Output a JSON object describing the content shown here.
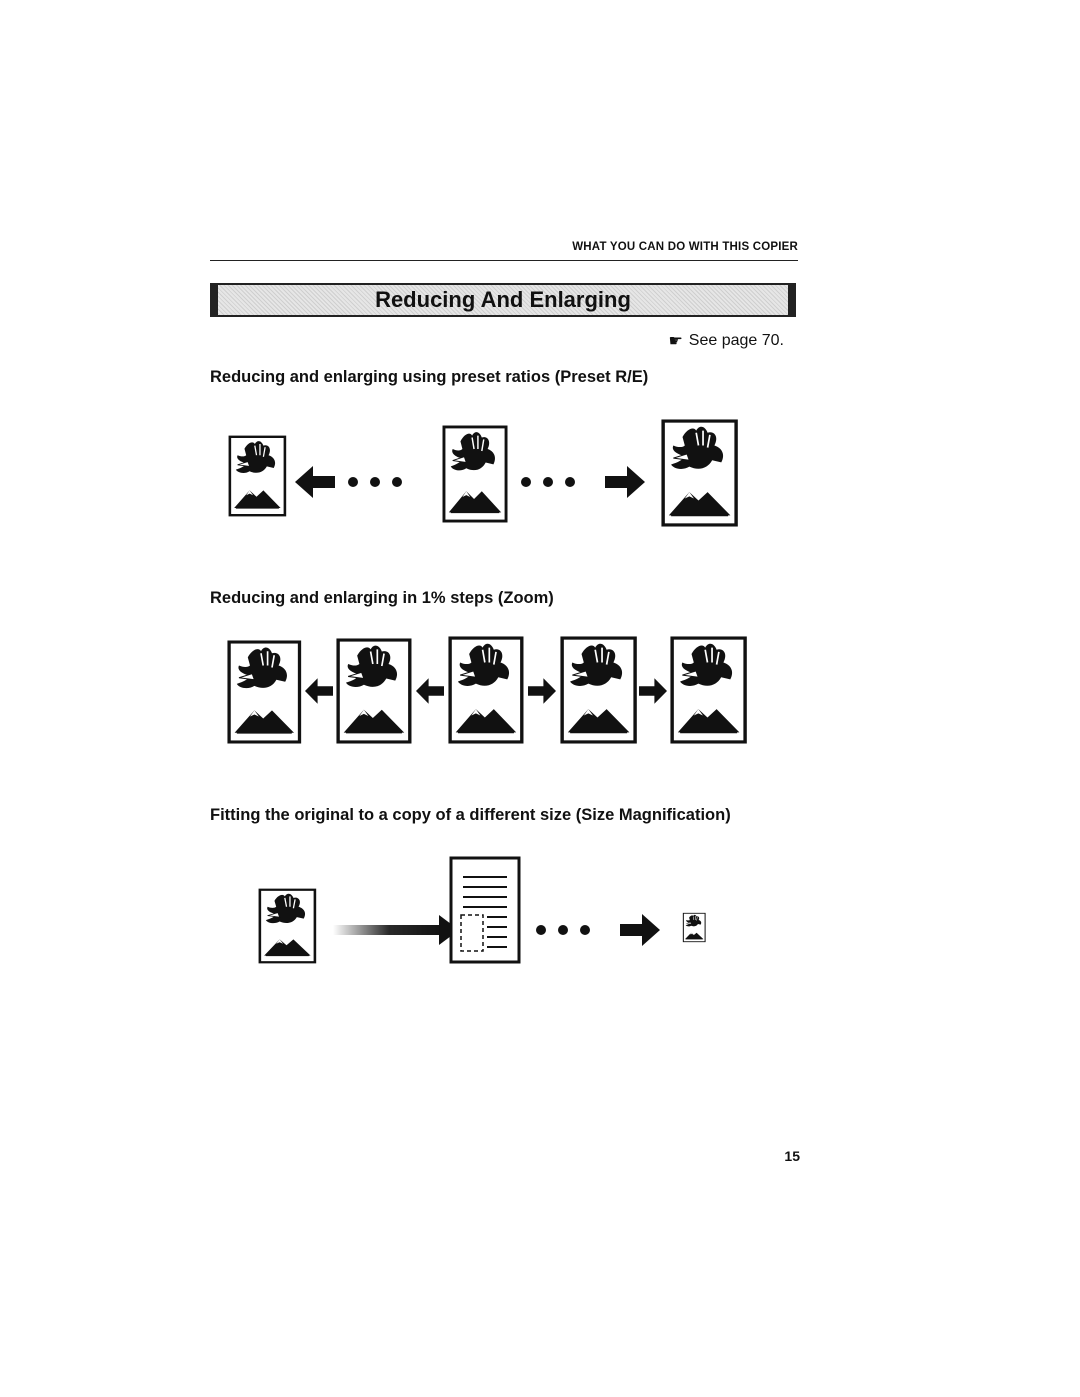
{
  "running_head": "WHAT YOU CAN DO WITH THIS COPIER",
  "title": "Reducing And Enlarging",
  "see_page": {
    "icon": "pointing-hand-icon",
    "text": "See page 70."
  },
  "sections": [
    {
      "heading": "Reducing and enlarging using preset ratios (Preset R/E)"
    },
    {
      "heading": "Reducing and enlarging in 1% steps (Zoom)"
    },
    {
      "heading": "Fitting the original to a copy of a different size (Size Magnification)"
    }
  ],
  "page_number": "15"
}
